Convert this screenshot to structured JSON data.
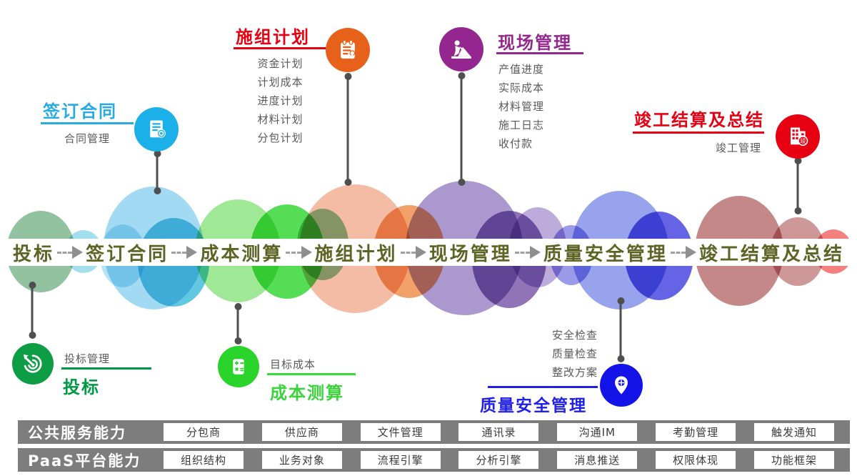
{
  "timeline": {
    "stages": [
      "投标",
      "签订合同",
      "成本测算",
      "施组计划",
      "现场管理",
      "质量安全管理",
      "竣工结算及总结"
    ],
    "text_color": "#5c6426"
  },
  "callouts": {
    "sign_contract": {
      "title": "签订合同",
      "sub": "合同管理",
      "accent": "#29abe2",
      "circle_color": "#1cb0e8"
    },
    "construction_plan": {
      "title": "施组计划",
      "items": [
        "资金计划",
        "计划成本",
        "进度计划",
        "材料计划",
        "分包计划"
      ],
      "accent": "#e60012",
      "circle_color": "#e8611a"
    },
    "site_management": {
      "title": "现场管理",
      "items": [
        "产值进度",
        "实际成本",
        "材料管理",
        "施工日志",
        "收付款"
      ],
      "accent": "#93278f",
      "circle_color": "#93278f"
    },
    "completion": {
      "title": "竣工结算及总结",
      "sub": "竣工管理",
      "badge": "竣",
      "accent": "#e60012",
      "circle_color": "#e60012"
    },
    "bidding": {
      "title": "投标",
      "sub": "投标管理",
      "accent": "#009944",
      "circle_color": "#0d9e45"
    },
    "cost_estimation": {
      "title": "成本测算",
      "sub": "目标成本",
      "accent": "#3bd23b",
      "circle_color": "#2ad42a"
    },
    "quality_safety": {
      "title": "质量安全管理",
      "items": [
        "安全检查",
        "质量检查",
        "整改方案"
      ],
      "accent": "#2020e8",
      "circle_color": "#1414e8"
    }
  },
  "capability_bars": [
    {
      "label": "公共服务能力",
      "chips": [
        "分包商",
        "供应商",
        "文件管理",
        "通讯录",
        "沟通IM",
        "考勤管理",
        "触发通知"
      ]
    },
    {
      "label": "PaaS平台能力",
      "chips": [
        "组织结构",
        "业务对象",
        "流程引擎",
        "分析引擎",
        "消息推送",
        "权限体现",
        "功能框架"
      ]
    }
  ]
}
